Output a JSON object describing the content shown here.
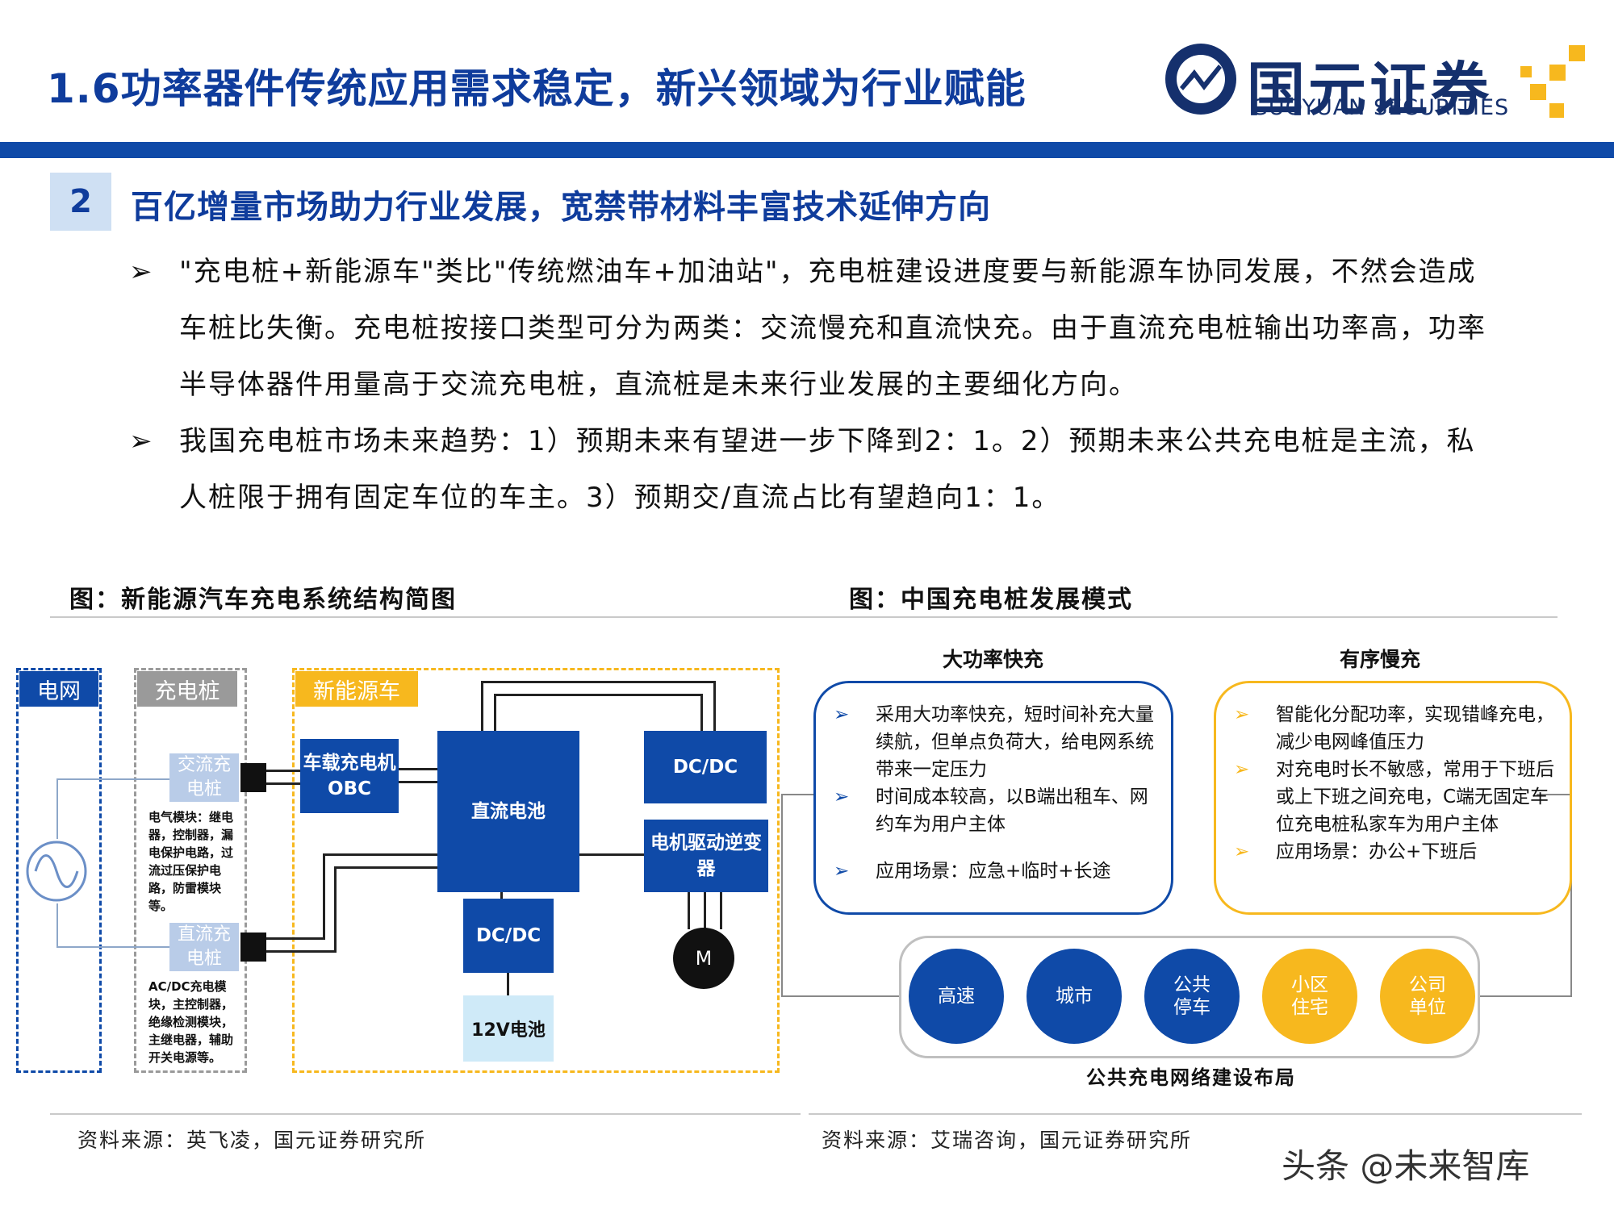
{
  "header": {
    "title": "1.6功率器件传统应用需求稳定，新兴领域为行业赋能",
    "logo_name": "国元证券",
    "logo_en": "GUOYUAN SECURITIES"
  },
  "section": {
    "number": "2",
    "title": "百亿增量市场助力行业发展，宽禁带材料丰富技术延伸方向"
  },
  "bullets": [
    {
      "arrow": "➢",
      "text": "\"充电桩+新能源车\"类比\"传统燃油车+加油站\"，充电桩建设进度要与新能源车协同发展，不然会造成车桩比失衡。充电桩按接口类型可分为两类：交流慢充和直流快充。由于直流充电桩输出功率高，功率半导体器件用量高于交流充电桩，直流桩是未来行业发展的主要细化方向。"
    },
    {
      "arrow": "➢",
      "text": "我国充电桩市场未来趋势：1）预期未来有望进一步下降到2：1。2）预期未来公共充电桩是主流，私人桩限于拥有固定车位的车主。3）预期交/直流占比有望趋向1：1。"
    }
  ],
  "left_figure": {
    "caption": "图：新能源汽车充电系统结构简图",
    "grid_label": "电网",
    "pile_label": "充电桩",
    "ev_label": "新能源车",
    "ac_pile": "交流充电桩",
    "ac_desc": "电气模块：继电器，控制器，漏电保护电路，过流过压保护电路，防雷模块等。",
    "dc_pile": "直流充电桩",
    "dc_desc": "AC/DC充电模块，主控制器，绝缘检测模块，主继电器，辅助开关电源等。",
    "obc": "车载充电机OBC",
    "battery": "直流电池",
    "dcdc_top": "DC/DC",
    "inverter": "电机驱动逆变器",
    "dcdc_bottom": "DC/DC",
    "motor": "M",
    "battery12v": "12V电池",
    "source": "资料来源：英飞凌，国元证券研究所"
  },
  "right_figure": {
    "caption": "图：中国充电桩发展模式",
    "fast_title": "大功率快充",
    "fast_items": [
      "采用大功率快充，短时间补充大量续航，但单点负荷大，给电网系统带来一定压力",
      "时间成本较高，以B端出租车、网约车为用户主体",
      "应用场景：应急+临时+长途"
    ],
    "slow_title": "有序慢充",
    "slow_items": [
      "智能化分配功率，实现错峰充电，减少电网峰值压力",
      "对充电时长不敏感，常用于下班后或上下班之间充电，C端无固定车位充电桩私家车为用户主体",
      "应用场景：办公+下班后"
    ],
    "arrow": "➢",
    "circles": [
      "高速",
      "城市",
      "公共停车",
      "小区住宅",
      "公司单位"
    ],
    "network_label": "公共充电网络建设布局",
    "source": "资料来源：艾瑞咨询，国元证券研究所"
  },
  "watermark": "头条 @未来智库",
  "colors": {
    "brand_blue": "#0f4aa8",
    "title_blue": "#0f3c9c",
    "light_blue": "#cfe0f3",
    "gold": "#f7b81e",
    "gray": "#9a9a9a"
  }
}
